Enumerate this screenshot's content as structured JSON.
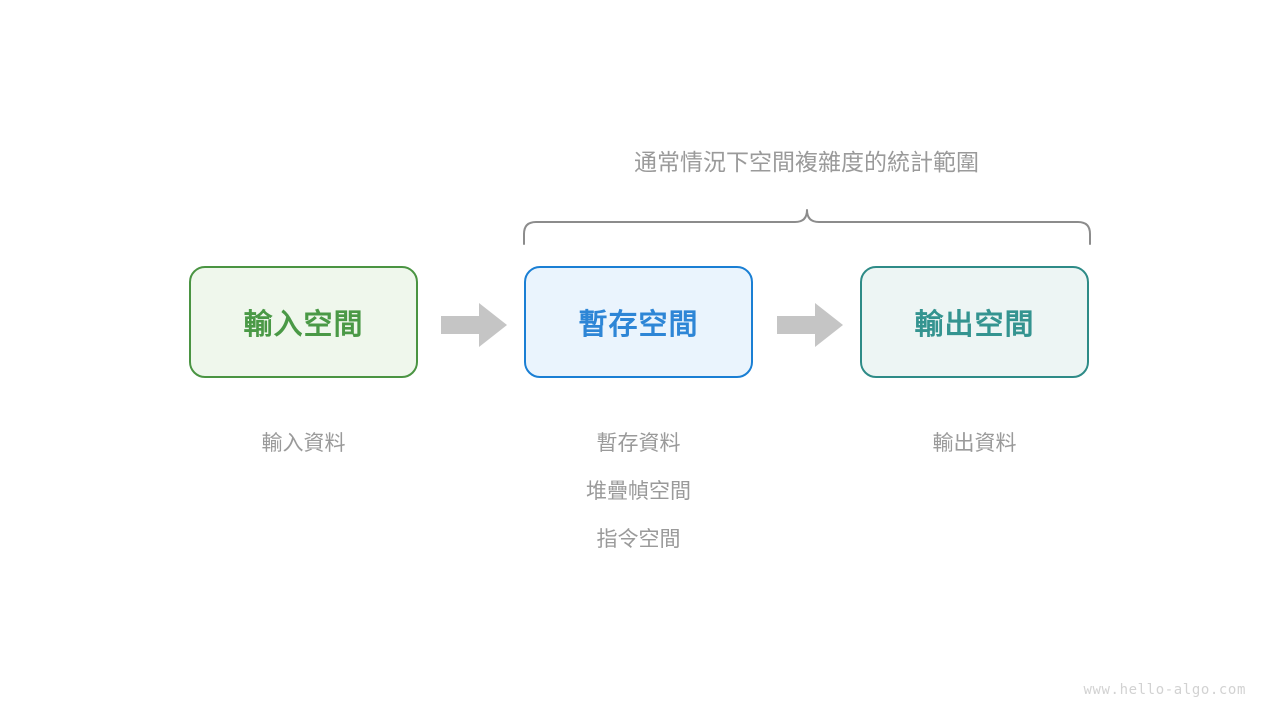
{
  "scope_caption": {
    "lead": "通常情況下",
    "emphasis": "空間複雜度",
    "tail": "的統計範圍"
  },
  "boxes": [
    {
      "key": "input",
      "label": "輸入空間",
      "text_color": "#4a9946",
      "border_color": "#4a9442",
      "fill_color": "#eff7ec"
    },
    {
      "key": "temp",
      "label": "暫存空間",
      "text_color": "#2e86d6",
      "border_color": "#1a7fd4",
      "fill_color": "#eaf4fd"
    },
    {
      "key": "output",
      "label": "輸出空間",
      "text_color": "#349490",
      "border_color": "#2e8b87",
      "fill_color": "#edf5f4"
    }
  ],
  "arrows": [
    {
      "key": "arrow-input-to-temp",
      "color": "#c5c5c5"
    },
    {
      "key": "arrow-temp-to-output",
      "color": "#c5c5c5"
    }
  ],
  "columns": [
    {
      "key": "input",
      "lines": [
        "輸入資料"
      ]
    },
    {
      "key": "temp",
      "lines": [
        "暫存資料",
        "堆疊幀空間",
        "指令空間"
      ]
    },
    {
      "key": "output",
      "lines": [
        "輸出資料"
      ]
    }
  ],
  "brace": {
    "color": "#8c8c8c",
    "label": "scope-brace"
  },
  "watermark": "www.hello-algo.com",
  "colors": {
    "background": "#ffffff",
    "muted_text": "#9a9a9a",
    "arrow_gray": "#c5c5c5",
    "watermark_gray": "#d2d2d2"
  }
}
